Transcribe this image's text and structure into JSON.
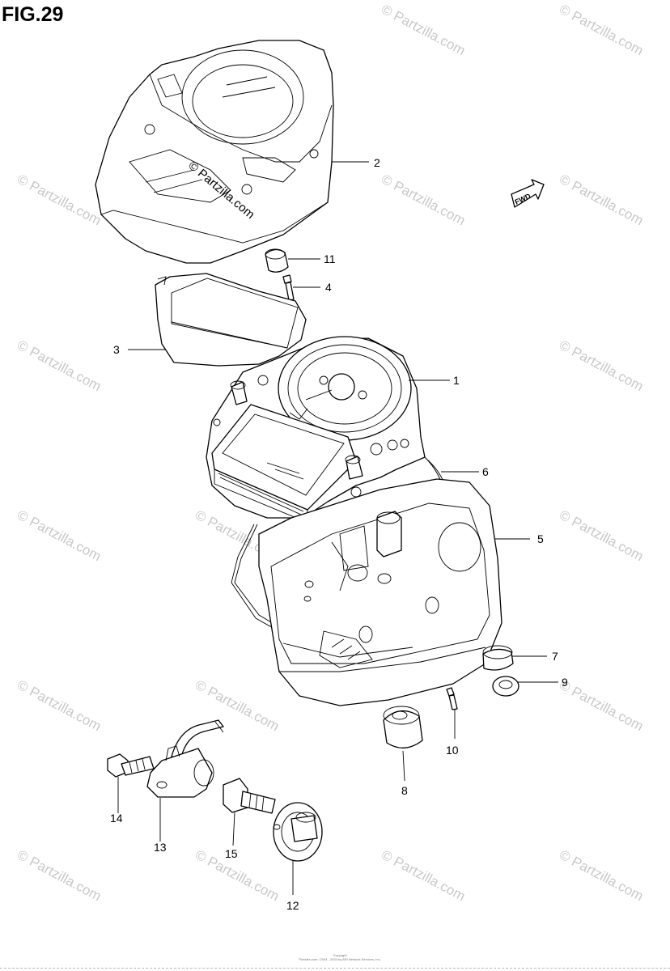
{
  "title": "FIG.29",
  "watermark": "© Partzilla.com",
  "stamp": "© Partzilla.com",
  "fwd_label": "FWD",
  "footer": {
    "line1": "Copyright",
    "line2": "Partzilla.com / 2004 - 2024 by ARI Network Services, Inc."
  },
  "callouts": [
    "1",
    "2",
    "3",
    "4",
    "5",
    "6",
    "7",
    "8",
    "9",
    "10",
    "11",
    "12",
    "13",
    "14",
    "15"
  ]
}
